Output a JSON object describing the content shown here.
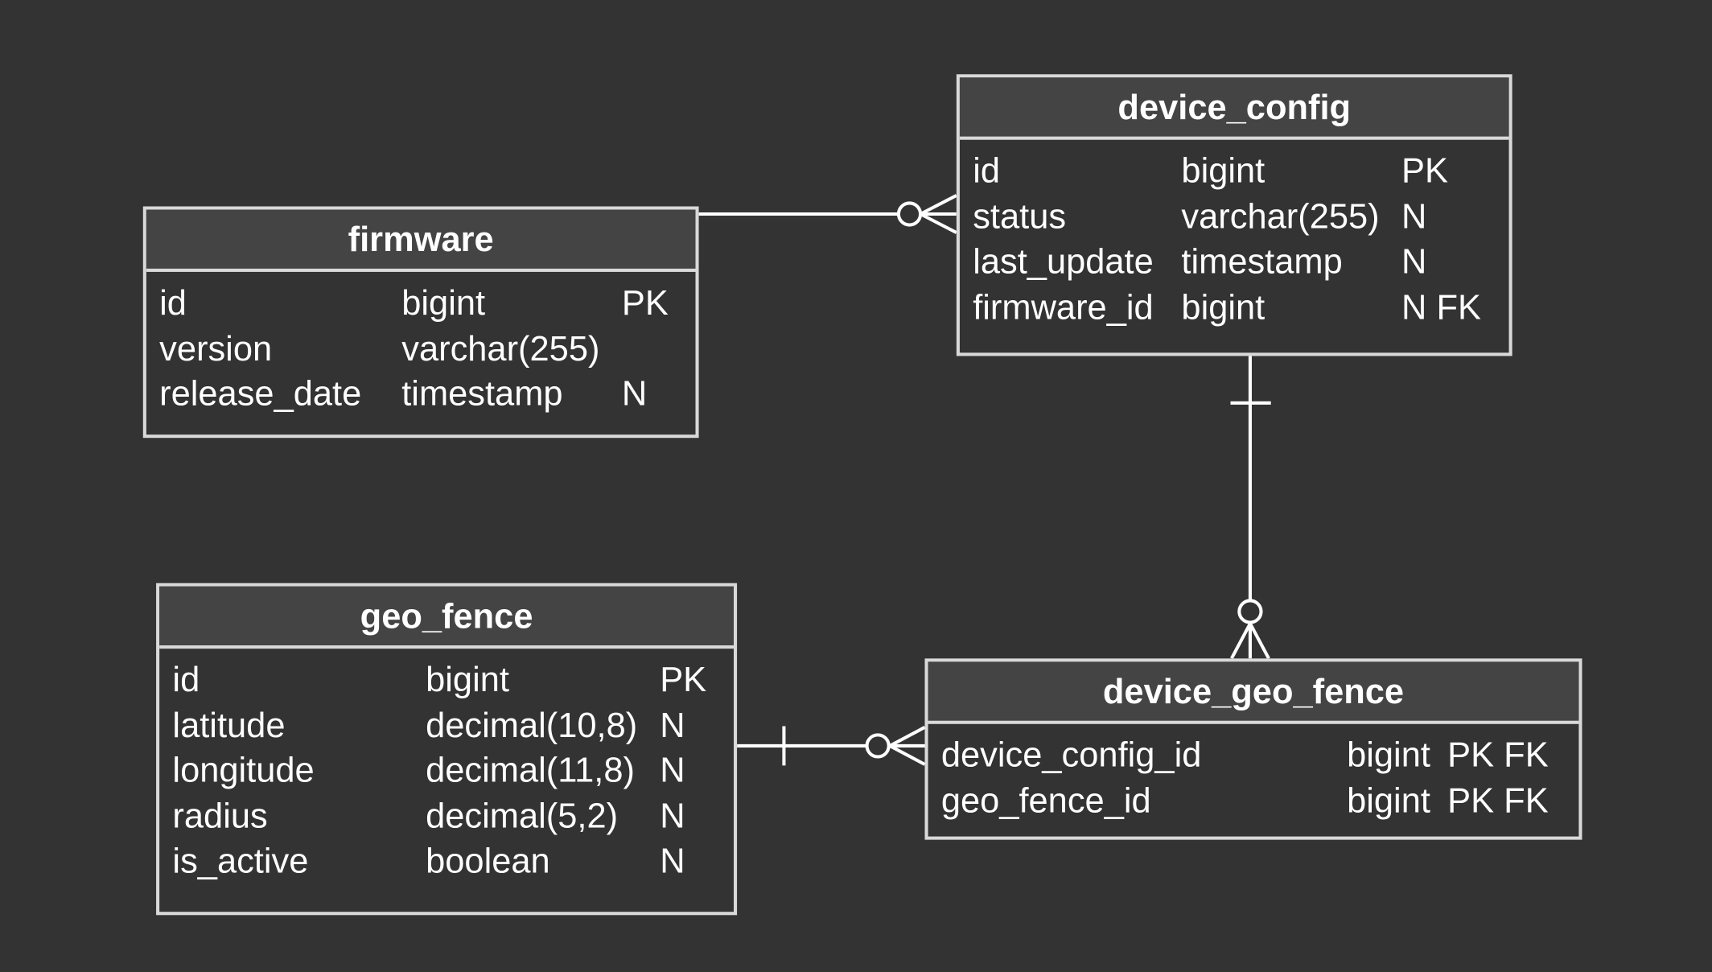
{
  "diagram": {
    "type": "entity-relationship",
    "colors": {
      "background": "#333333",
      "header": "#444444",
      "border": "#d9d9d9",
      "text": "#ffffff",
      "line": "#ffffff"
    },
    "entities": [
      {
        "id": "firmware",
        "name": "firmware",
        "columns": [
          {
            "name": "id",
            "type": "bigint",
            "flags": "PK"
          },
          {
            "name": "version",
            "type": "varchar(255)",
            "flags": ""
          },
          {
            "name": "release_date",
            "type": "timestamp",
            "flags": "N"
          }
        ]
      },
      {
        "id": "device_config",
        "name": "device_config",
        "columns": [
          {
            "name": "id",
            "type": "bigint",
            "flags": "PK"
          },
          {
            "name": "status",
            "type": "varchar(255)",
            "flags": "N"
          },
          {
            "name": "last_update",
            "type": "timestamp",
            "flags": "N"
          },
          {
            "name": "firmware_id",
            "type": "bigint",
            "flags": "N FK"
          }
        ]
      },
      {
        "id": "geo_fence",
        "name": "geo_fence",
        "columns": [
          {
            "name": "id",
            "type": "bigint",
            "flags": "PK"
          },
          {
            "name": "latitude",
            "type": "decimal(10,8)",
            "flags": "N"
          },
          {
            "name": "longitude",
            "type": "decimal(11,8)",
            "flags": "N"
          },
          {
            "name": "radius",
            "type": "decimal(5,2)",
            "flags": "N"
          },
          {
            "name": "is_active",
            "type": "boolean",
            "flags": "N"
          }
        ]
      },
      {
        "id": "device_geo_fence",
        "name": "device_geo_fence",
        "columns": [
          {
            "name": "device_config_id",
            "type": "bigint",
            "flags": "PK FK"
          },
          {
            "name": "geo_fence_id",
            "type": "bigint",
            "flags": "PK FK"
          }
        ]
      }
    ],
    "relationships": [
      {
        "from": "firmware",
        "from_cardinality": "one",
        "to": "device_config",
        "to_cardinality": "zero-or-many"
      },
      {
        "from": "device_config",
        "from_cardinality": "exactly-one",
        "to": "device_geo_fence",
        "to_cardinality": "zero-or-many"
      },
      {
        "from": "geo_fence",
        "from_cardinality": "exactly-one",
        "to": "device_geo_fence",
        "to_cardinality": "zero-or-many"
      }
    ]
  }
}
